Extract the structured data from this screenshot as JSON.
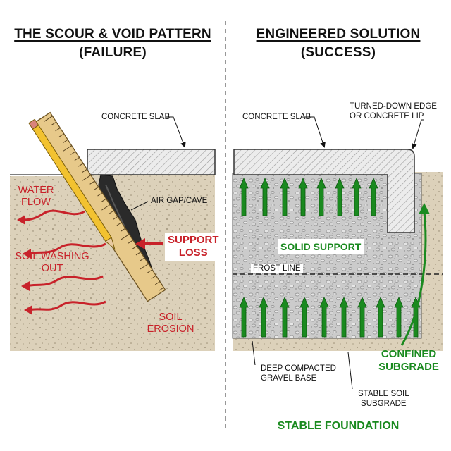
{
  "left": {
    "title_line1": "THE SCOUR & VOID PATTERN",
    "title_line2": "(FAILURE)",
    "concrete_slab_label": "CONCRETE SLAB",
    "air_gap_label": "AIR GAP/CAVE",
    "water_flow_label_1": "WATER",
    "water_flow_label_2": "FLOW",
    "soil_washing_label_1": "SOIL WASHING",
    "soil_washing_label_2": "OUT",
    "support_loss_label_1": "SUPPORT",
    "support_loss_label_2": "LOSS",
    "soil_erosion_label_1": "SOIL",
    "soil_erosion_label_2": "EROSION"
  },
  "right": {
    "title_line1": "ENGINEERED SOLUTION",
    "title_line2": "(SUCCESS)",
    "concrete_slab_label": "CONCRETE SLAB",
    "turned_edge_label_1": "TURNED-DOWN EDGE",
    "turned_edge_label_2": "OR CONCRETE LIP",
    "solid_support_label": "SOLID SUPPORT",
    "frost_line_label": "FROST LINE",
    "confined_label_1": "CONFINED",
    "confined_label_2": "SUBGRADE",
    "gravel_base_label_1": "DEEP COMPACTED",
    "gravel_base_label_2": "GRAVEL BASE",
    "stable_soil_label_1": "STABLE SOIL",
    "stable_soil_label_2": "SUBGRADE",
    "footer": "STABLE FOUNDATION"
  },
  "colors": {
    "red": "#c8222a",
    "green": "#1a8a1f",
    "soil": "#d8cdb6",
    "gravel": "#c9c9c9",
    "concrete": "#e6e6e6"
  }
}
